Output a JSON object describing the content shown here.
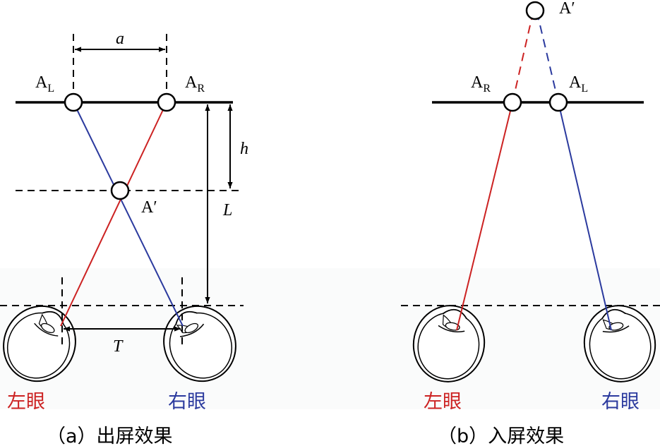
{
  "colors": {
    "left_eye": "#cc2222",
    "right_eye": "#2b3a9e",
    "line": "#000000",
    "screen_bg": "#fafbfb"
  },
  "panel_a": {
    "point_AL": "A",
    "point_AL_sub": "L",
    "point_AR": "A",
    "point_AR_sub": "R",
    "virtual_point": "A′",
    "dim_a": "a",
    "dim_h": "h",
    "dim_L": "L",
    "dim_T": "T",
    "left_eye_label": "左眼",
    "right_eye_label": "右眼",
    "caption": "（a）出屏效果"
  },
  "panel_b": {
    "virtual_point": "A′",
    "point_AR": "A",
    "point_AR_sub": "R",
    "point_AL": "A",
    "point_AL_sub": "L",
    "left_eye_label": "左眼",
    "right_eye_label": "右眼",
    "caption": "（b）入屏效果"
  }
}
